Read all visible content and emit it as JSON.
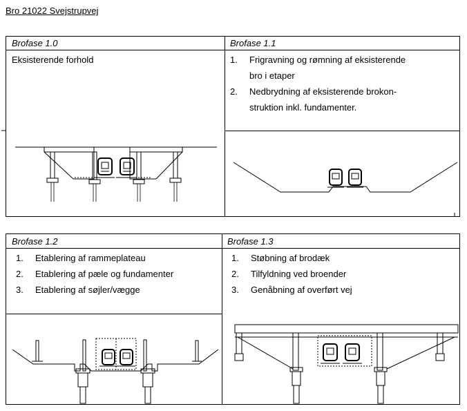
{
  "document_title": "Bro 21022 Svejstrupvej",
  "phases": [
    {
      "header": "Brofase 1.0",
      "description": "Eksisterende forhold",
      "items": []
    },
    {
      "header": "Brofase 1.1",
      "items": [
        {
          "num": "1.",
          "text": "Frigravning og rømning af eksisterende",
          "cont": "bro i etaper"
        },
        {
          "num": "2.",
          "text": "Nedbrydning af eksisterende brokon-",
          "cont": "struktion inkl. fundamenter."
        }
      ]
    },
    {
      "header": "Brofase 1.2",
      "items": [
        {
          "num": "1.",
          "text": "Etablering af rammeplateau"
        },
        {
          "num": "2.",
          "text": "Etablering af pæle og fundamenter"
        },
        {
          "num": "3.",
          "text": "Etablering af søjler/vægge"
        }
      ]
    },
    {
      "header": "Brofase 1.3",
      "items": [
        {
          "num": "1.",
          "text": "Støbning af brodæk"
        },
        {
          "num": "2.",
          "text": "Tilfyldning ved broender"
        },
        {
          "num": "3.",
          "text": "Genåbning af overført vej"
        }
      ]
    }
  ]
}
